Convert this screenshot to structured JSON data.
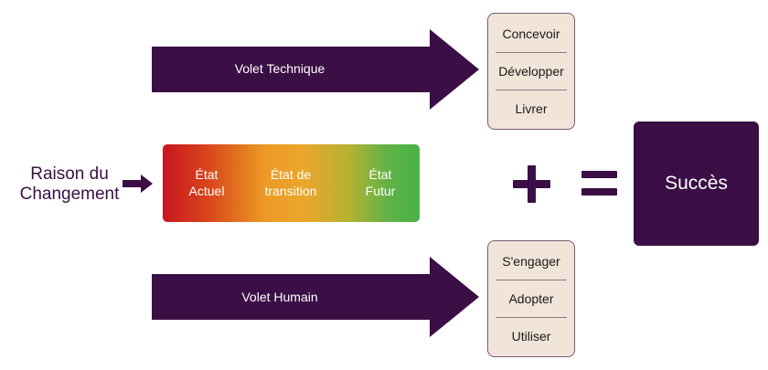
{
  "technical": {
    "label": "Volet Technique",
    "steps": [
      "Concevoir",
      "Développer",
      "Livrer"
    ]
  },
  "human": {
    "label": "Volet Humain",
    "steps": [
      "S'engager",
      "Adopter",
      "Utiliser"
    ]
  },
  "reason": {
    "label": "Raison du Changement"
  },
  "states": {
    "current": "État Actuel",
    "transition": "État de transition",
    "future": "État Futur"
  },
  "outcome": {
    "label": "Succès"
  },
  "colors": {
    "primary": "#3b0f45",
    "step_box": "#f1e4d9",
    "gradient_start": "#c8151e",
    "gradient_mid": "#eba62b",
    "gradient_end": "#49b249"
  }
}
